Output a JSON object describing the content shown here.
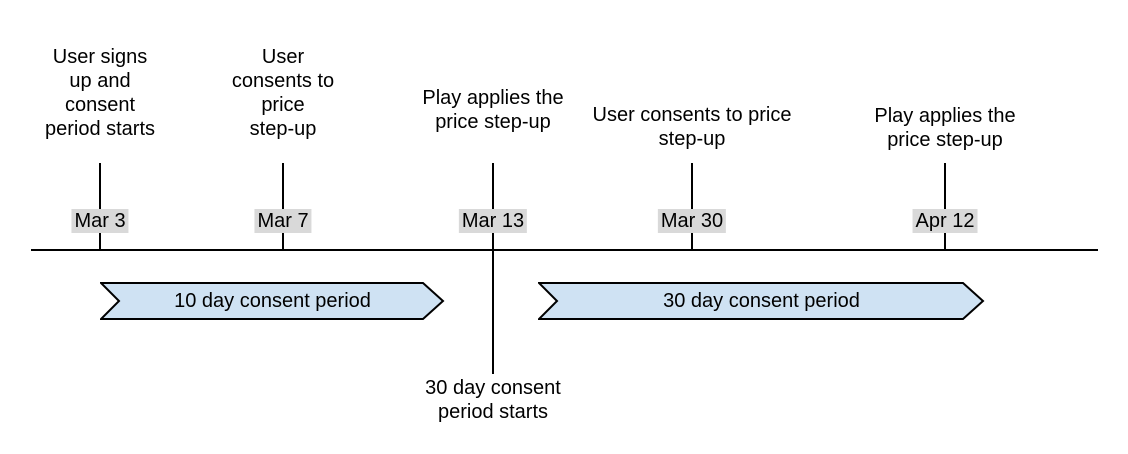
{
  "events": [
    {
      "label_lines": [
        "User signs",
        "up and",
        "consent",
        "period starts"
      ],
      "date": "Mar 3"
    },
    {
      "label_lines": [
        "User",
        "consents to",
        "price",
        "step-up"
      ],
      "date": "Mar 7"
    },
    {
      "label_lines": [
        "Play applies the",
        "price step-up"
      ],
      "date": "Mar 13"
    },
    {
      "label_lines": [
        "User consents to price",
        "step-up"
      ],
      "date": "Mar 30"
    },
    {
      "label_lines": [
        "Play applies the",
        "price step-up"
      ],
      "date": "Apr 12"
    }
  ],
  "periods": [
    {
      "label": "10 day consent period"
    },
    {
      "label": "30 day consent period"
    }
  ],
  "annotation": {
    "lines": [
      "30 day consent",
      "period starts"
    ]
  },
  "colors": {
    "line": "#000000",
    "text": "#000000",
    "date_bg": "#d9d9d9",
    "period_fill": "#cfe2f3",
    "background": "#ffffff"
  }
}
